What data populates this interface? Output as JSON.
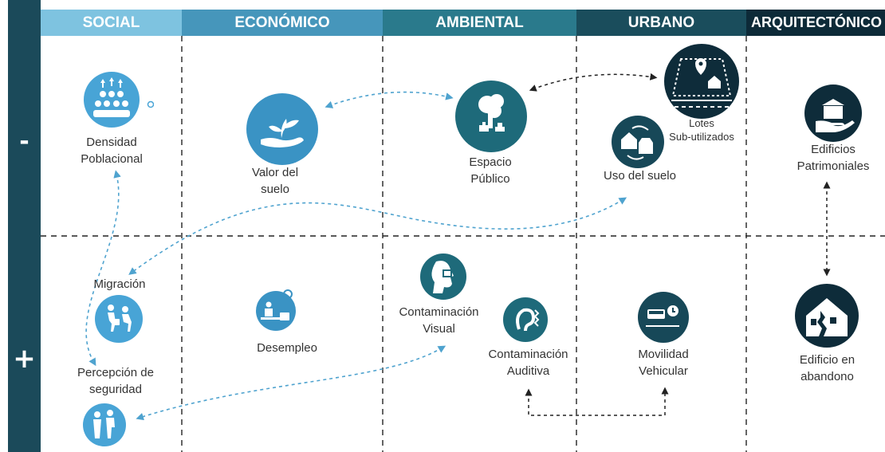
{
  "columns": [
    {
      "label": "SOCIAL",
      "color": "#7ec3e0"
    },
    {
      "label": "ECONÓMICO",
      "color": "#4696bb"
    },
    {
      "label": "AMBIENTAL",
      "color": "#2a7a8c"
    },
    {
      "label": "URBANO",
      "color": "#1a4d5c"
    },
    {
      "label": "ARQUITECTÓNICO",
      "color": "#0d2a38"
    }
  ],
  "rows": {
    "minus": "-",
    "plus": "+"
  },
  "nodes": {
    "densidad": {
      "line1": "Densidad",
      "line2": "Poblacional",
      "icon": "population-density-icon"
    },
    "valor": {
      "line1": "Valor del",
      "line2": "suelo",
      "icon": "plant-in-hand-icon"
    },
    "espacio": {
      "line1": "Espacio",
      "line2": "Público",
      "icon": "tree-stump-icon"
    },
    "lotes": {
      "line1": "Lotes",
      "line2": "Sub-utilizados",
      "icon": "map-lots-icon"
    },
    "uso": {
      "line1": "Uso del suelo",
      "icon": "land-use-icon"
    },
    "patrimoniales": {
      "line1": "Edificios",
      "line2": "Patrimoniales",
      "icon": "heritage-building-icon"
    },
    "migracion": {
      "line1": "Migración",
      "icon": "migrants-icon"
    },
    "percepcion": {
      "line1": "Percepción de",
      "line2": "seguridad",
      "icon": "security-icon"
    },
    "desempleo": {
      "line1": "Desempleo",
      "icon": "unemployment-icon"
    },
    "visual": {
      "line1": "Contaminación",
      "line2": "Visual",
      "icon": "visual-pollution-icon"
    },
    "auditiva": {
      "line1": "Contaminación",
      "line2": "Auditiva",
      "icon": "noise-ear-icon"
    },
    "movilidad": {
      "line1": "Movilidad",
      "line2": "Vehicular",
      "icon": "bus-clock-icon"
    },
    "abandono": {
      "line1": "Edificio en",
      "line2": "abandono",
      "icon": "abandoned-building-icon"
    }
  },
  "colors": {
    "light": "#48a4d6",
    "mid": "#2e84a6",
    "teal": "#1e6a7a",
    "dark": "#174858",
    "darkest": "#0e2c3a",
    "arrow": "#4fa3cf",
    "grid": "#222222"
  }
}
